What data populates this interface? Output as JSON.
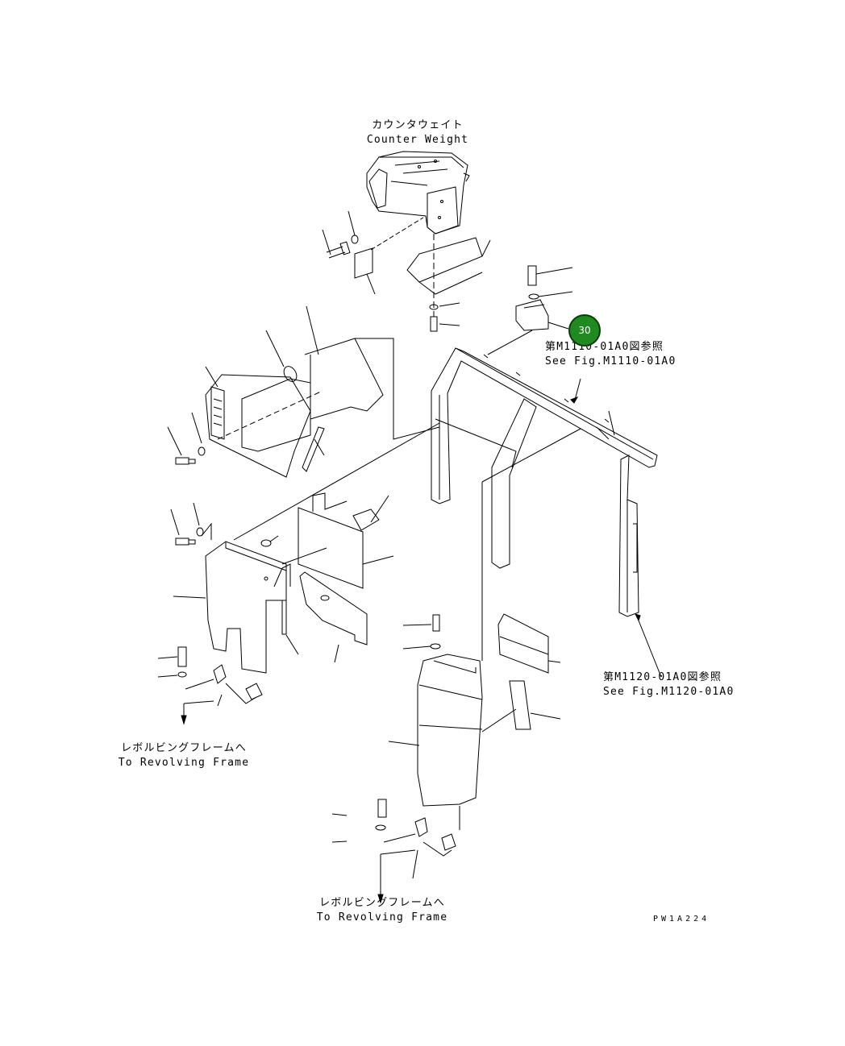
{
  "labels": {
    "counter_weight_jp": "カウンタウェイト",
    "counter_weight_en": "Counter Weight",
    "see_fig_1_jp": "第M1110-01A0図参照",
    "see_fig_1_en": "See Fig.M1110-01A0",
    "see_fig_2_jp": "第M1120-01A0図参照",
    "see_fig_2_en": "See Fig.M1120-01A0",
    "revolving_left_jp": "レボルビングフレームへ",
    "revolving_left_en": "To Revolving Frame",
    "revolving_bottom_jp": "レボルビングフレームへ",
    "revolving_bottom_en": "To Revolving Frame",
    "drawing_code": "PW1A224"
  },
  "callout": {
    "number": "30",
    "color": "#1f8a1f"
  }
}
